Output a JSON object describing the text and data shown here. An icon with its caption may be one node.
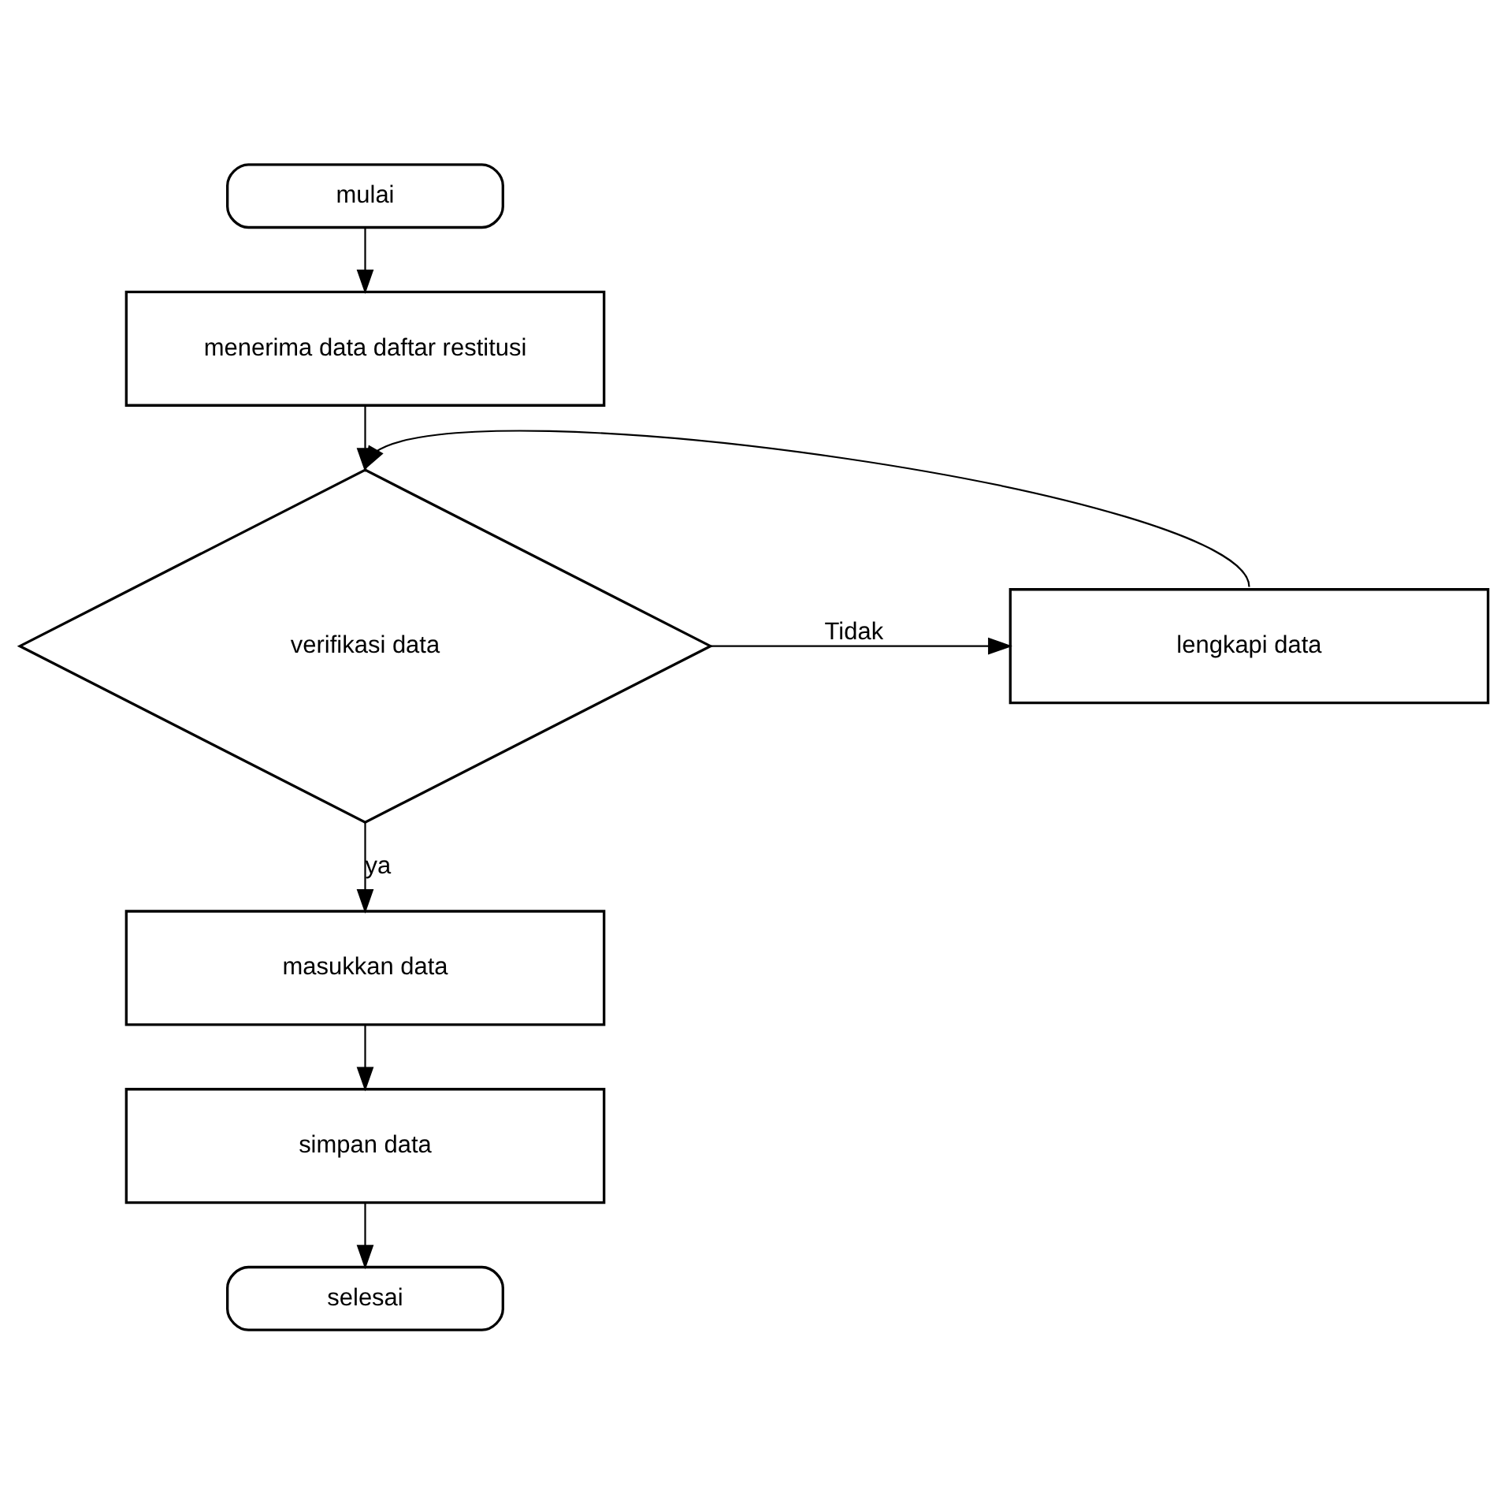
{
  "diagram": {
    "nodes": [
      {
        "text": [
          "mulai"
        ]
      },
      {
        "text": [
          "menerima data daftar restitusi"
        ]
      },
      {
        "text": [
          "verifikasi data"
        ]
      },
      {
        "text": [
          "lengkapi data"
        ]
      },
      {
        "text": [
          "masukkan data"
        ]
      },
      {
        "text": [
          "simpan data"
        ]
      },
      {
        "text": [
          "selesai"
        ]
      }
    ],
    "edges": [
      {
        "from": 0,
        "to": 1,
        "arrow": "to"
      },
      {
        "from": 1,
        "to": 2,
        "arrow": "to"
      },
      {
        "from": 2,
        "to": 3,
        "label": "Tidak",
        "arrow": "to"
      },
      {
        "from": 3,
        "to": 2,
        "arrow": "to"
      },
      {
        "from": 2,
        "to": 4,
        "label": "ya",
        "arrow": "to"
      },
      {
        "from": 4,
        "to": 5,
        "arrow": "to"
      },
      {
        "from": 5,
        "to": 6,
        "arrow": "to"
      }
    ]
  }
}
